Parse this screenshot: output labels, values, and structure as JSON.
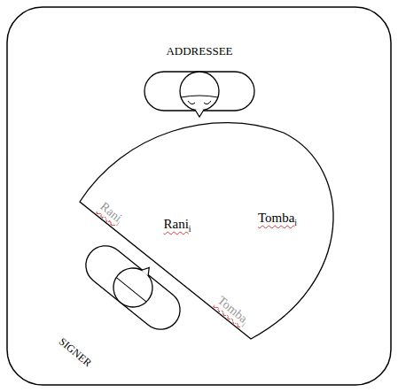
{
  "diagram": {
    "nodes": [
      {
        "text": [
          "ADDRESSEE"
        ]
      },
      {
        "text": [
          "Rani",
          "i",
          "Tomba",
          "i",
          "Rani",
          "i",
          "Tomba",
          "i"
        ]
      },
      {
        "text": [
          "SIGNER"
        ]
      }
    ]
  }
}
